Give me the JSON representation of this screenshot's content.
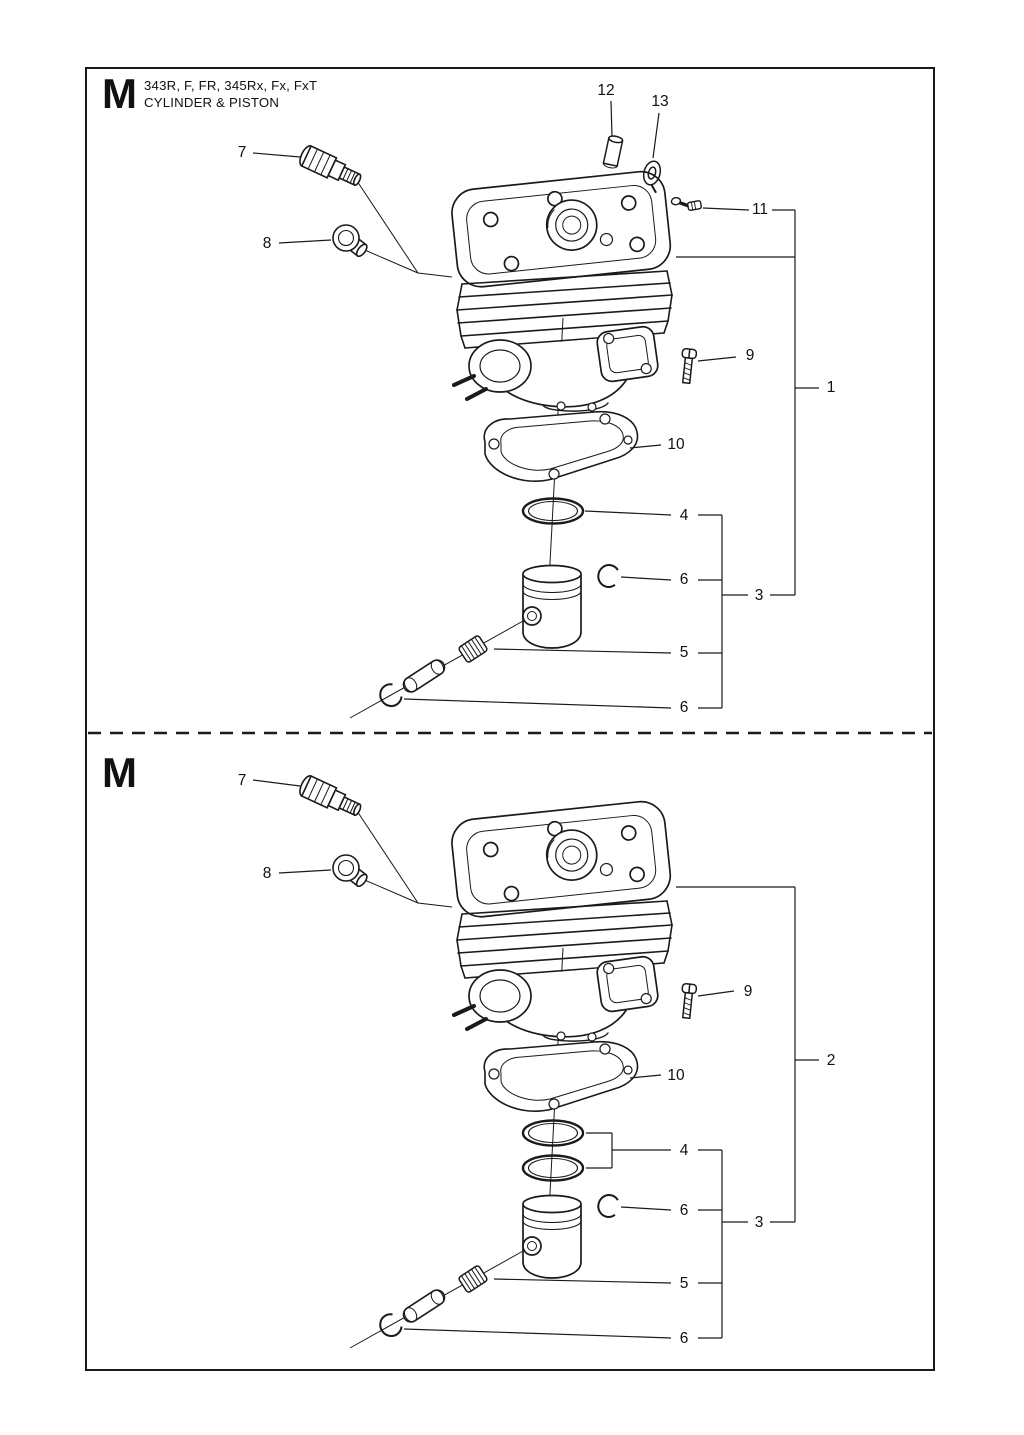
{
  "header": {
    "section_letter": "M",
    "models": "343R, F, FR, 345Rx, Fx, FxT",
    "diagram_title": "CYLINDER & PISTON"
  },
  "section2": {
    "section_letter": "M"
  },
  "callouts_top": {
    "c1": "1",
    "c3": "3",
    "c4": "4",
    "c5": "5",
    "c6a": "6",
    "c6b": "6",
    "c7": "7",
    "c8": "8",
    "c9": "9",
    "c10": "10",
    "c11": "11",
    "c12": "12",
    "c13": "13"
  },
  "callouts_bottom": {
    "c2": "2",
    "c3": "3",
    "c4": "4",
    "c5": "5",
    "c6a": "6",
    "c6b": "6",
    "c7": "7",
    "c8": "8",
    "c9": "9",
    "c10": "10"
  },
  "colors": {
    "ink": "#1a1a1a",
    "paper": "#ffffff"
  }
}
